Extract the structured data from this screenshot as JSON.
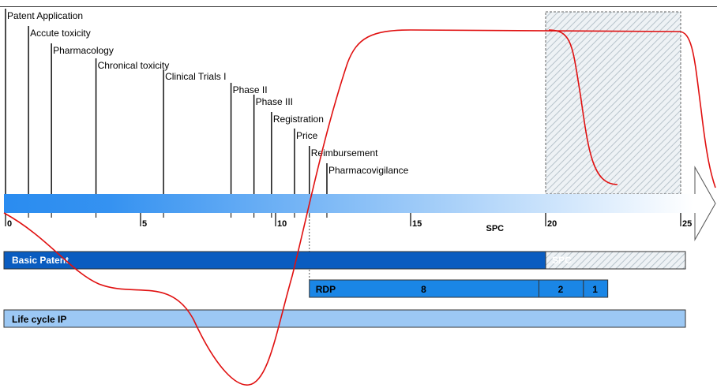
{
  "diagram": {
    "colors": {
      "axis_start": "#2a8cf0",
      "axis_end": "#ffffff",
      "basic_patent": "#0a5cc0",
      "rdp": "#1a86e6",
      "life_cycle": "#9cc8f4",
      "curve": "#e01010",
      "hatch": "#b8c4cc"
    },
    "axis": {
      "min": 0,
      "max": 25,
      "ticks": [
        {
          "value": 0,
          "label": "0"
        },
        {
          "value": 5,
          "label": "5"
        },
        {
          "value": 10,
          "label": "10"
        },
        {
          "value": 15,
          "label": "15"
        },
        {
          "value": 20,
          "label": "20"
        },
        {
          "value": 25,
          "label": "25"
        }
      ],
      "spc_label": "SPC"
    },
    "milestones": [
      {
        "label": "Patent Application",
        "year": 0.0
      },
      {
        "label": "Accute toxicity",
        "year": 0.85
      },
      {
        "label": "Pharmacology",
        "year": 1.7
      },
      {
        "label": "Chronical toxicity",
        "year": 3.35
      },
      {
        "label": "Clinical Trials I",
        "year": 5.85
      },
      {
        "label": "Phase II",
        "year": 8.35
      },
      {
        "label": "Phase III",
        "year": 9.2
      },
      {
        "label": "Registration",
        "year": 9.85
      },
      {
        "label": "Price",
        "year": 10.7
      },
      {
        "label": "Reimbursement",
        "year": 11.25
      },
      {
        "label": "Pharmacovigilance",
        "year": 11.9
      }
    ],
    "spc_period": {
      "start": 20,
      "end": 25
    },
    "rdp_marker_year": 11.25,
    "bars": {
      "basic_patent": {
        "label": "Basic Patent",
        "start": 0,
        "end": 20
      },
      "spc": {
        "label": "SPC",
        "start": 20,
        "end": 25
      },
      "rdp": {
        "label": "RDP",
        "start": 11.25,
        "end": 22.3,
        "segments": [
          {
            "label": "8",
            "start": 11.25,
            "end": 19.75
          },
          {
            "label": "2",
            "start": 19.75,
            "end": 21.4
          },
          {
            "label": "1",
            "start": 21.4,
            "end": 22.3
          }
        ]
      },
      "life_cycle": {
        "label": "Life cycle IP",
        "start": 0,
        "end": 25
      }
    }
  }
}
